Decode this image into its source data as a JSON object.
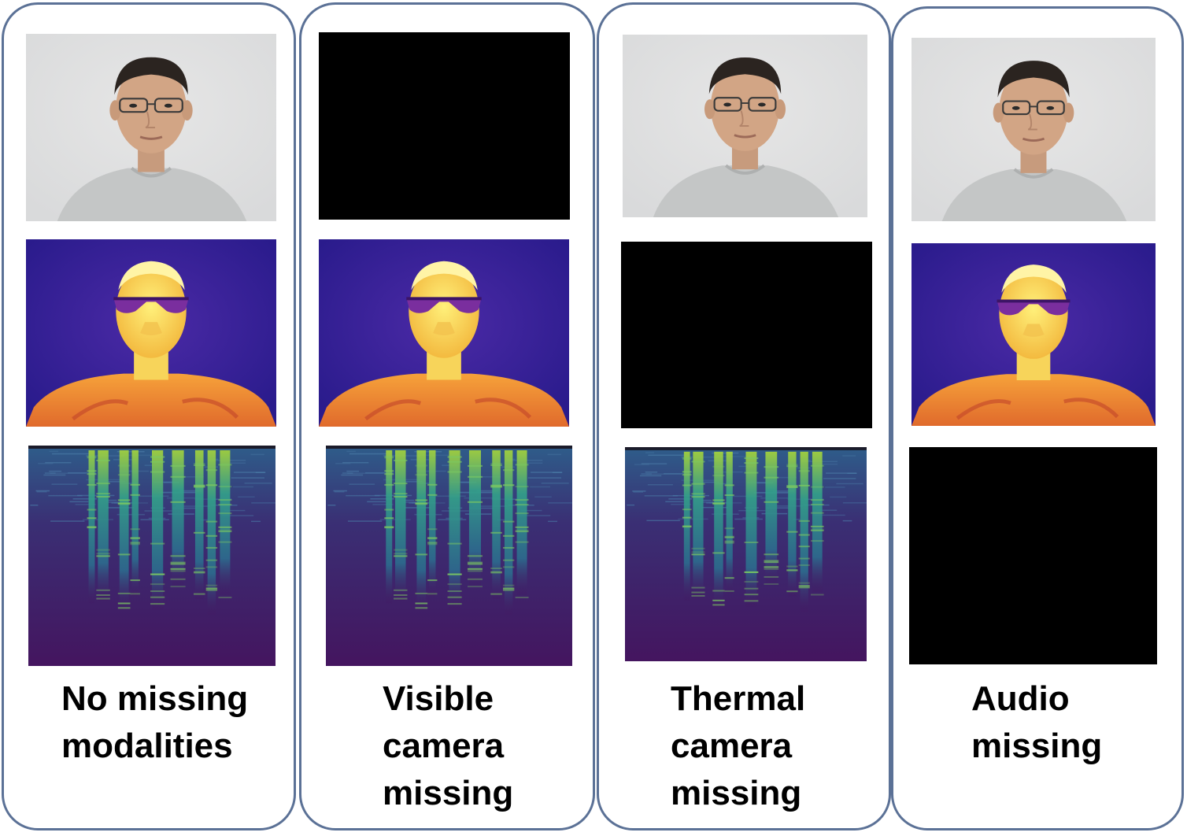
{
  "panels": [
    {
      "id": "no-missing",
      "caption": "No missing\nmodalities",
      "visible_present": true,
      "thermal_present": true,
      "audio_present": true
    },
    {
      "id": "visible-missing",
      "caption": "Visible\ncamera\nmissing",
      "visible_present": false,
      "thermal_present": true,
      "audio_present": true
    },
    {
      "id": "thermal-missing",
      "caption": "Thermal\ncamera\nmissing",
      "visible_present": true,
      "thermal_present": false,
      "audio_present": true
    },
    {
      "id": "audio-missing",
      "caption": "Audio\nmissing",
      "visible_present": true,
      "thermal_present": true,
      "audio_present": false
    }
  ],
  "colors": {
    "panel_border": "#5b7196",
    "missing_fill": "#000000",
    "rgb_wall": "#d9dadb",
    "rgb_shirt": "#c4c6c6",
    "thermal_background": "#2a1b8c",
    "thermal_hot": "#fff07a",
    "spectrogram_base": "#44155f",
    "spectrogram_peak": "#a7d63a"
  }
}
